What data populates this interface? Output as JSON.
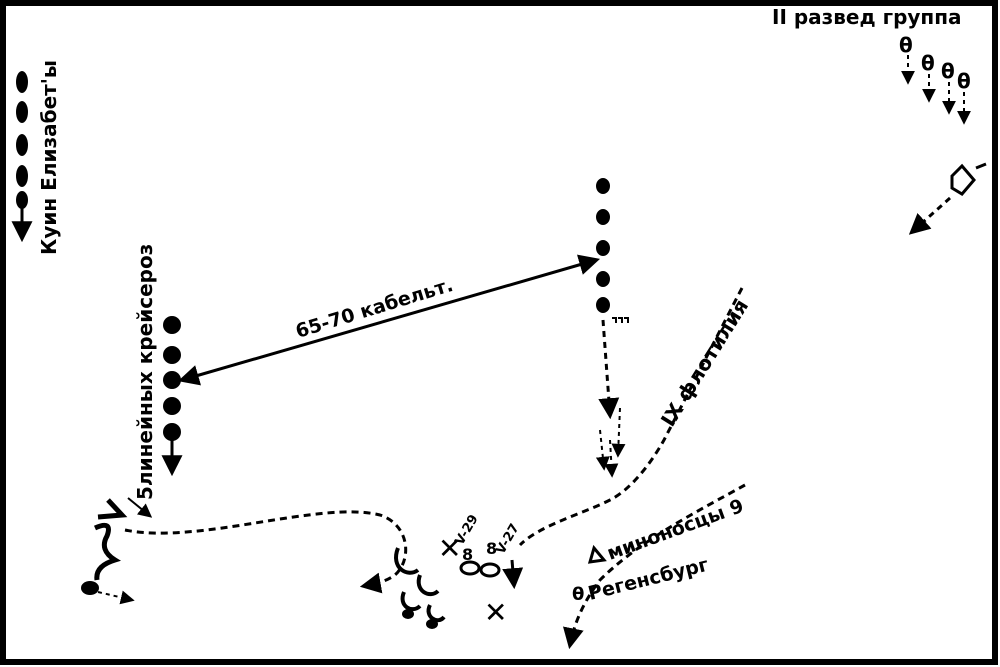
{
  "labels": {
    "recon_group": "II развед группа",
    "queen_elizabeths": "Куин Елизабет'ы",
    "battlecruisers": "5линейных крейсероз",
    "range": "65-70 кабельт.",
    "flotilla": "IX флотилия",
    "torpedo_boats": "миноносцы 9",
    "regensburg": "Регенсбург",
    "v29": "V-29",
    "v27": "V-27"
  },
  "colors": {
    "ink": "#000000",
    "paper": "#ffffff"
  },
  "icons": {
    "sunk_marker": "cross-mark-icon"
  }
}
